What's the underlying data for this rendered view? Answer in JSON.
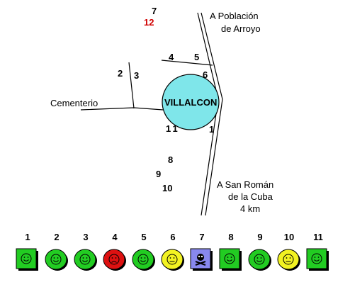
{
  "map": {
    "town": "VILLALCON",
    "town_color": "#7fe6ea",
    "labels": {
      "poblacion_line1": "A  Población",
      "poblacion_line2": "de Arroyo",
      "sanroman_line1": "A  San Román",
      "sanroman_line2": "de la Cuba",
      "sanroman_line3": "4 km",
      "cementerio": "Cementerio"
    },
    "numbers": [
      "7",
      "12",
      "2",
      "3",
      "4",
      "5",
      "6",
      "11",
      "1",
      "8",
      "9",
      "10"
    ],
    "highlight_color": "#d00000"
  },
  "legend": [
    {
      "num": "1",
      "shape": "square",
      "color": "#22cc22",
      "face": "smile"
    },
    {
      "num": "2",
      "shape": "circle",
      "color": "#22cc22",
      "face": "smile"
    },
    {
      "num": "3",
      "shape": "circle",
      "color": "#22cc22",
      "face": "smile"
    },
    {
      "num": "4",
      "shape": "circle",
      "color": "#dd1111",
      "face": "frown"
    },
    {
      "num": "5",
      "shape": "circle",
      "color": "#22cc22",
      "face": "smile"
    },
    {
      "num": "6",
      "shape": "circle",
      "color": "#f2f222",
      "face": "neutral"
    },
    {
      "num": "7",
      "shape": "square",
      "color": "#8888ee",
      "face": "skull"
    },
    {
      "num": "8",
      "shape": "square",
      "color": "#22cc22",
      "face": "smile"
    },
    {
      "num": "9",
      "shape": "circle",
      "color": "#22cc22",
      "face": "smile"
    },
    {
      "num": "10",
      "shape": "circle",
      "color": "#f2f222",
      "face": "neutral"
    },
    {
      "num": "11",
      "shape": "square",
      "color": "#22cc22",
      "face": "smile"
    }
  ]
}
